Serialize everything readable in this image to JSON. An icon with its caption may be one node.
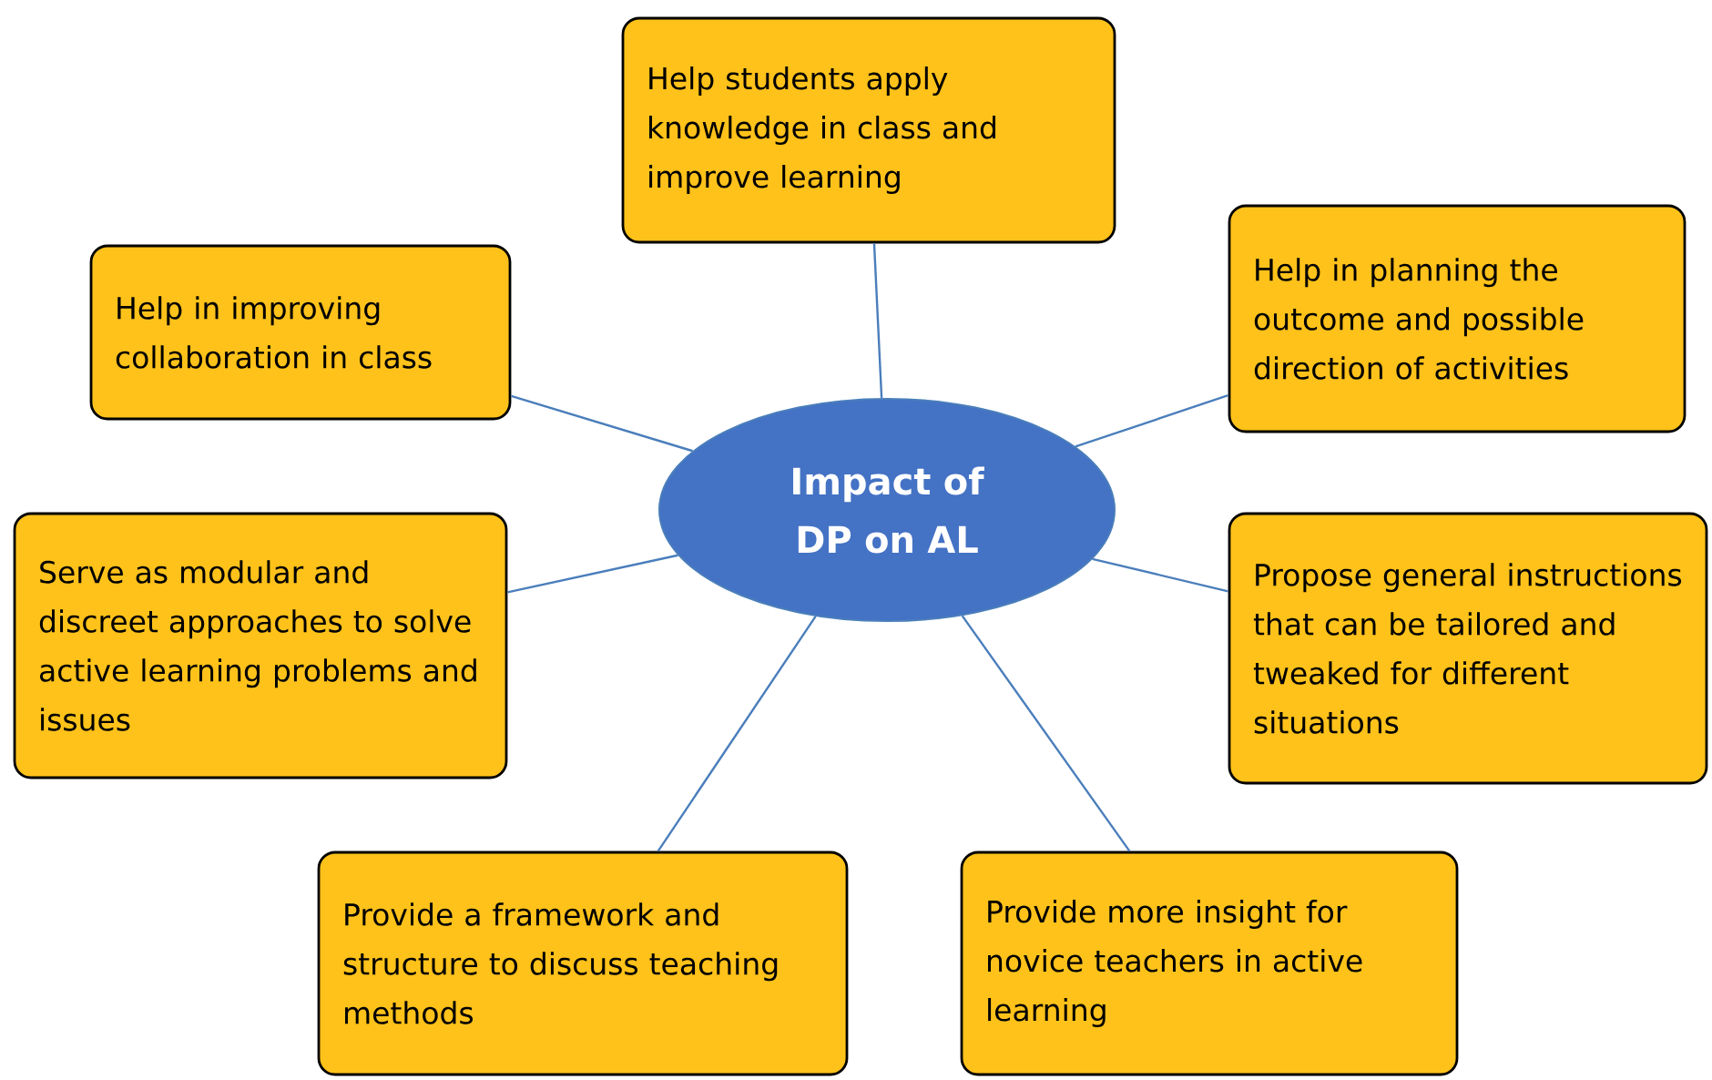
{
  "diagram": {
    "nodes": [
      {
        "text": [
          "Impact of DP on AL"
        ]
      },
      {
        "text": [
          "Help students apply knowledge in class and improve learning"
        ]
      },
      {
        "text": [
          "Help in improving collaboration in class"
        ]
      },
      {
        "text": [
          "Help in planning the outcome and possible direction of activities"
        ]
      },
      {
        "text": [
          "Serve as modular and discreet approaches to solve active learning problems and issues"
        ]
      },
      {
        "text": [
          "Propose general instructions that can be tailored and tweaked for different situations"
        ]
      },
      {
        "text": [
          "Provide a framework and structure to discuss teaching methods"
        ]
      },
      {
        "text": [
          "Provide more insight for novice teachers in active learning"
        ]
      }
    ],
    "edges": [
      {
        "from": 0,
        "to": 1,
        "arrow": "none"
      },
      {
        "from": 0,
        "to": 2,
        "arrow": "none"
      },
      {
        "from": 0,
        "to": 3,
        "arrow": "none"
      },
      {
        "from": 0,
        "to": 4,
        "arrow": "none"
      },
      {
        "from": 0,
        "to": 5,
        "arrow": "none"
      },
      {
        "from": 0,
        "to": 6,
        "arrow": "none"
      },
      {
        "from": 0,
        "to": 7,
        "arrow": "none"
      }
    ]
  }
}
